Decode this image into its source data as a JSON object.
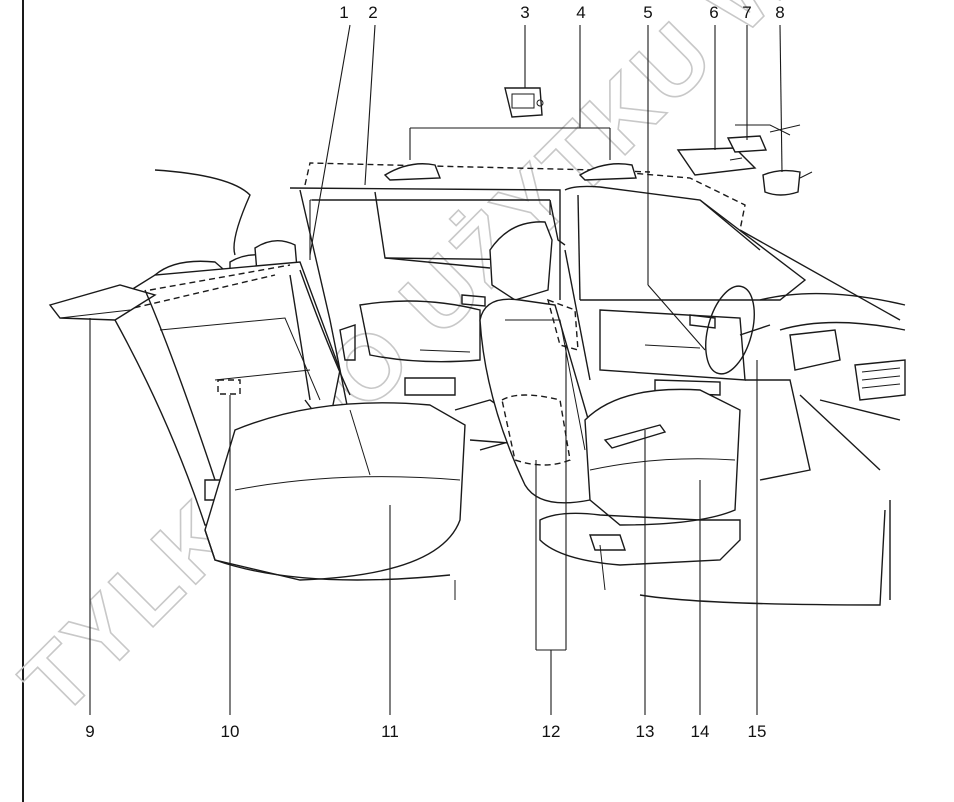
{
  "diagram": {
    "watermark": "TYLKO DO UŻYTKU WEWNĘTRZNEGO",
    "callouts": [
      "1",
      "2",
      "3",
      "4",
      "5",
      "6",
      "7",
      "8",
      "9",
      "10",
      "11",
      "12",
      "13",
      "14",
      "15"
    ]
  }
}
